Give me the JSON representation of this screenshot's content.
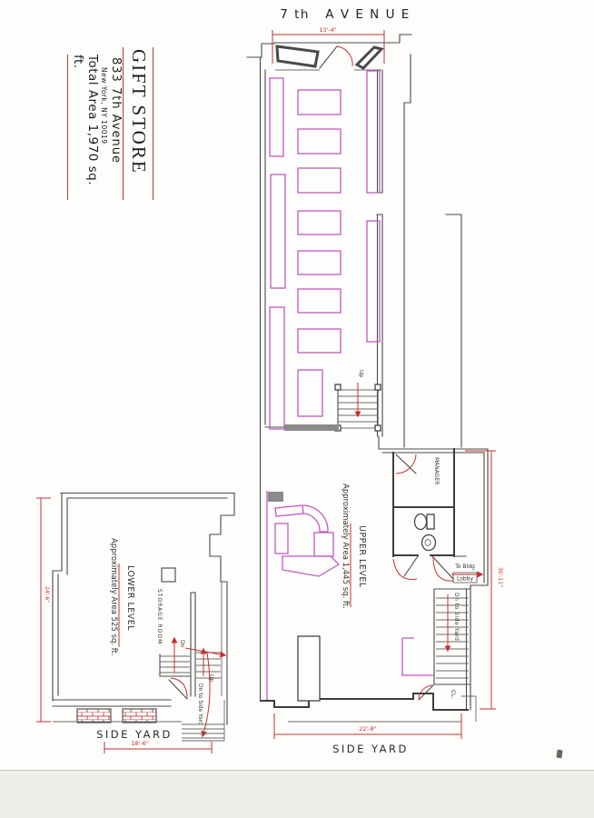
{
  "street": {
    "label": "7 th   A V E N U E"
  },
  "title_block": {
    "store_name": "GIFT STORE",
    "address_line1": "833  7th Avenue",
    "address_line2": "New York, NY 10019",
    "total_area": "Total Area   1,970 sq. ft."
  },
  "upper": {
    "front_width_dim": "13'-4\"",
    "up_label": "Up",
    "level_title": "UPPER LEVEL",
    "level_area": "Approximately Area 1,445 sq. ft.",
    "manager_label": "MANAGER",
    "to_bldg_label": "To Bldg",
    "lobby_label": "Lobby",
    "dn_side_yard_label": "Dn to Side Yard",
    "closet_label": "CL.",
    "rear_width_dim": "22'-8\"",
    "rear_depth_dim": "30'-11\"",
    "side_yard_label": "SIDE YARD"
  },
  "lower": {
    "level_title": "LOWER LEVEL",
    "level_area": "Approximately Area 525 sq. ft.",
    "storage_label": "STORAGE  ROOM",
    "dn_label": "Dn",
    "up_label": "Up",
    "dn_side_yard_label": "Dn to Side Yard",
    "side_yard_label": "SIDE YARD",
    "width_dim": "18'-6\"",
    "depth_dim": "24'-6\""
  }
}
